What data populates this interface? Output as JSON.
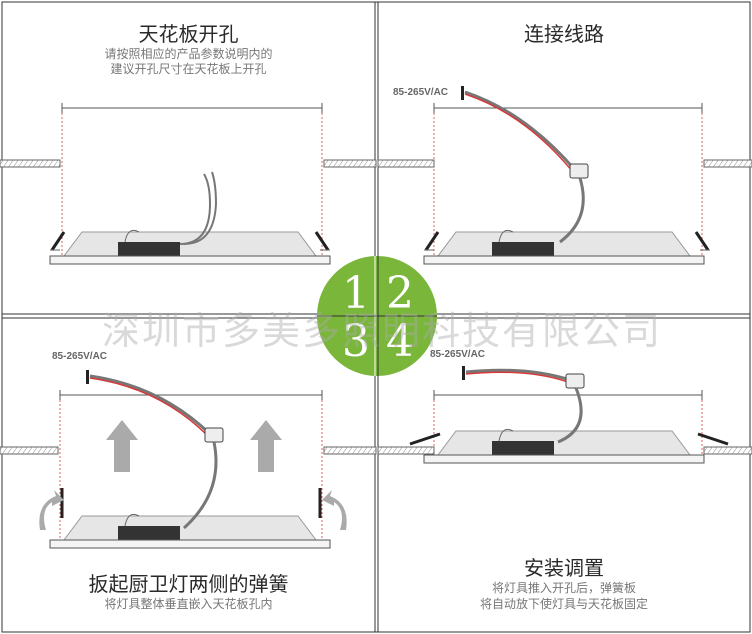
{
  "panels": [
    {
      "step": "1",
      "title": "天花板开孔",
      "subtitle": [
        "请按照相应的产品参数说明内的",
        "建议开孔尺寸在天花板上开孔"
      ]
    },
    {
      "step": "2",
      "title": "连接线路",
      "voltage_label": "85-265V/AC"
    },
    {
      "step": "3",
      "title": "扳起厨卫灯两侧的弹簧",
      "subtitle": [
        "将灯具整体垂直嵌入天花板孔内"
      ],
      "voltage_label": "85-265V/AC"
    },
    {
      "step": "4",
      "title": "安装调置",
      "subtitle": [
        "将灯具推入开孔后，弹簧板",
        "将自动放下使灯具与天花板固定"
      ],
      "voltage_label": "85-265V/AC"
    }
  ],
  "watermark": "深圳市多美多照明科技有限公司",
  "colors": {
    "badge_green": "#7ab63a",
    "wire_red": "#d63a3a",
    "guide_red": "#e06060"
  }
}
